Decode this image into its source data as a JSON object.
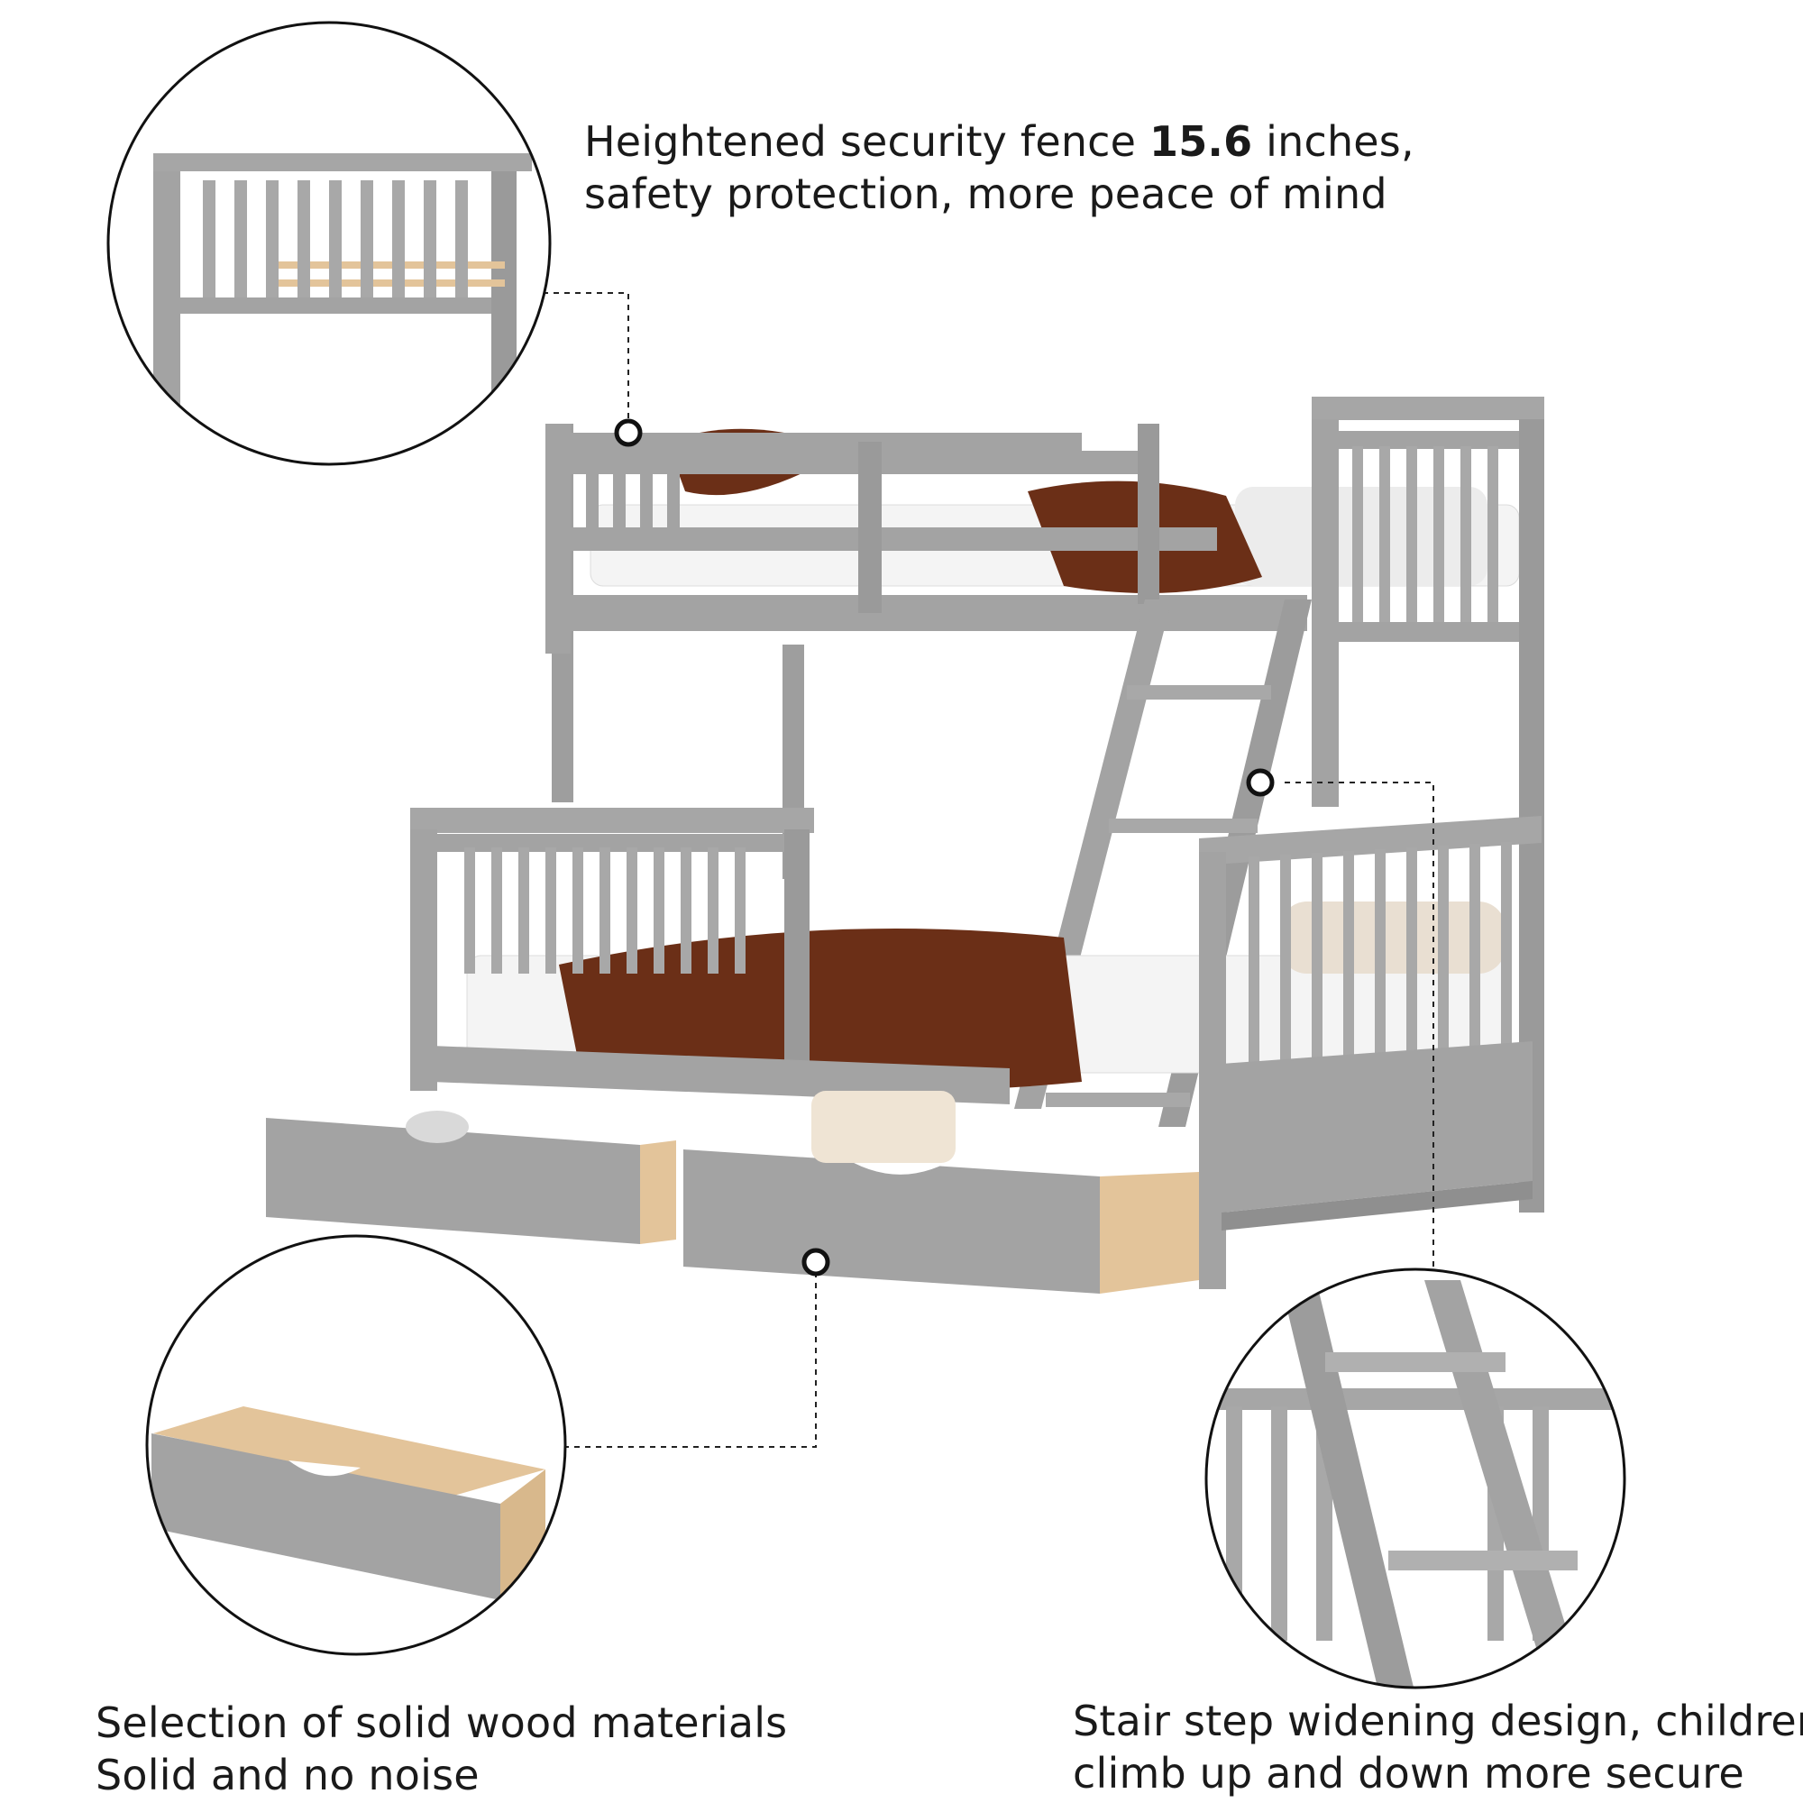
{
  "captions": {
    "fence": {
      "line1_before": "Heightened security fence ",
      "line1_bold": "15.6",
      "line1_after": " inches,",
      "line2": "safety protection, more peace of mind"
    },
    "wood": {
      "line1": "Selection of solid wood materials",
      "line2": "Solid and no noise"
    },
    "stair": {
      "line1": "Stair step widening design, children",
      "line2": "climb up and down more secure"
    }
  },
  "colors": {
    "frame": "#a3a3a3",
    "frame_dark": "#8a8a8a",
    "blanket": "#6b2f17",
    "mattress": "#f4f4f4",
    "pillow": "#e8dccb",
    "wood_inner": "#e3c49a",
    "leader": "#222222"
  }
}
